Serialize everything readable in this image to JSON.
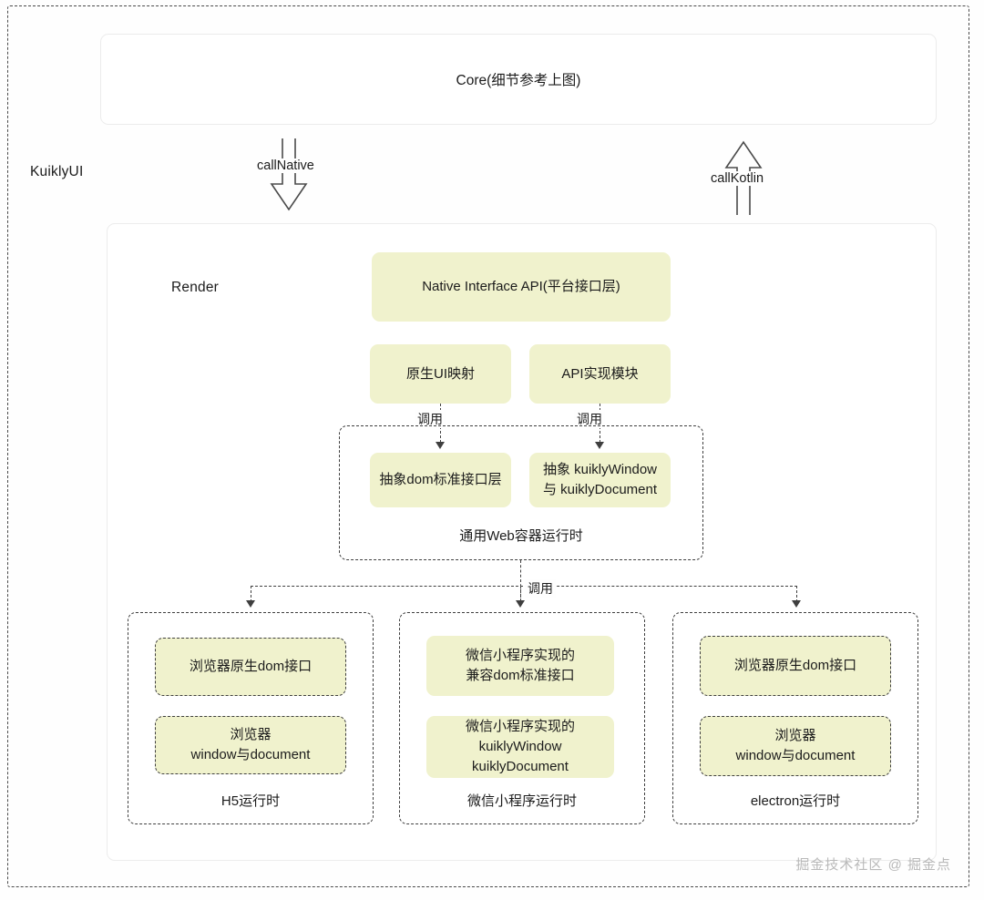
{
  "diagram": {
    "outer_frame_label": "KuiklyUI",
    "render_label": "Render",
    "core": {
      "label": "Core(细节参考上图)"
    },
    "bridge_arrows": [
      {
        "name": "callNative",
        "label": "callNative",
        "direction": "down"
      },
      {
        "name": "callKotlin",
        "label": "callKotlin",
        "direction": "up"
      }
    ],
    "render_layer": {
      "native_api": "Native Interface API(平台接口层)",
      "modules": [
        {
          "label": "原生UI映射"
        },
        {
          "label": "API实现模块"
        }
      ],
      "call_edge_label": "调用"
    },
    "web_container": {
      "caption": "通用Web容器运行时",
      "nodes": [
        {
          "label": "抽象dom标准接口层"
        },
        {
          "label": "抽象 kuiklyWindow\n与 kuiklyDocument"
        }
      ]
    },
    "fanout_label": "调用",
    "runtimes": [
      {
        "name": "h5",
        "caption": "H5运行时",
        "nodes": [
          {
            "label": "浏览器原生dom接口"
          },
          {
            "label": "浏览器\nwindow与document"
          }
        ]
      },
      {
        "name": "wechat-miniprogram",
        "caption": "微信小程序运行时",
        "nodes": [
          {
            "label": "微信小程序实现的\n兼容dom标准接口"
          },
          {
            "label": "微信小程序实现的\nkuiklyWindow\nkuiklyDocument"
          }
        ]
      },
      {
        "name": "electron",
        "caption": "electron运行时",
        "nodes": [
          {
            "label": "浏览器原生dom接口"
          },
          {
            "label": "浏览器\nwindow与document"
          }
        ]
      }
    ],
    "watermark": "掘金技术社区 @ 掘金点",
    "colors": {
      "node_fill": "#f0f2cd",
      "stroke": "#3f3f3f",
      "soft_border": "#ececec",
      "text": "#1b1b1b",
      "watermark": "#b9b9b9"
    }
  }
}
